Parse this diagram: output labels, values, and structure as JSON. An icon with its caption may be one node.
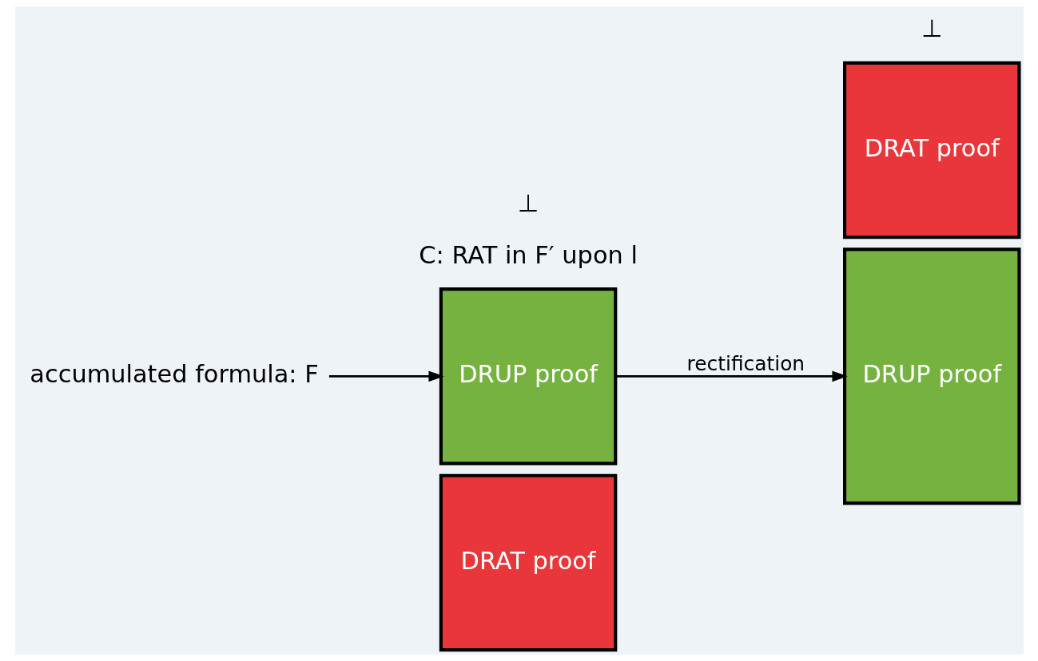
{
  "diagram": {
    "nodes": [
      {
        "text": [
          "DRAT proof"
        ]
      },
      {
        "text": [
          "DRUP proof"
        ]
      },
      {
        "text": [
          "DRAT proof"
        ]
      },
      {
        "text": [
          "DRUP proof"
        ]
      },
      {
        "text": [
          "accumulated formula: F"
        ]
      }
    ],
    "edges": [
      {
        "from": 4,
        "to": 1,
        "arrow": "to"
      },
      {
        "from": 1,
        "to": 3,
        "arrow": "to",
        "label": "rectification"
      }
    ],
    "labels": [
      "C: RAT in F′ upon l",
      "⊥",
      "⊥"
    ]
  }
}
